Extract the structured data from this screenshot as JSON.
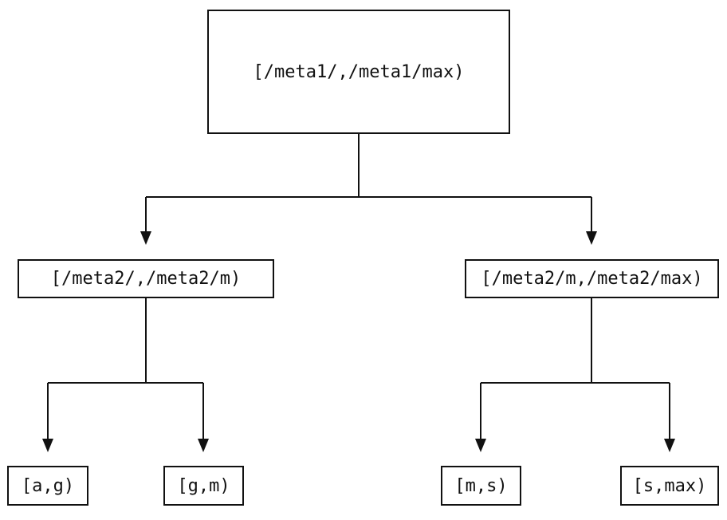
{
  "diagram": {
    "root": {
      "label": "[/meta1/,/meta1/max)"
    },
    "level2": [
      {
        "label": "[/meta2/,/meta2/m)"
      },
      {
        "label": "[/meta2/m,/meta2/max)"
      }
    ],
    "leaves": [
      {
        "label": "[a,g)"
      },
      {
        "label": "[g,m)"
      },
      {
        "label": "[m,s)"
      },
      {
        "label": "[s,max)"
      }
    ],
    "colors": {
      "line": "#111111",
      "background": "#ffffff",
      "text": "#111111"
    }
  }
}
